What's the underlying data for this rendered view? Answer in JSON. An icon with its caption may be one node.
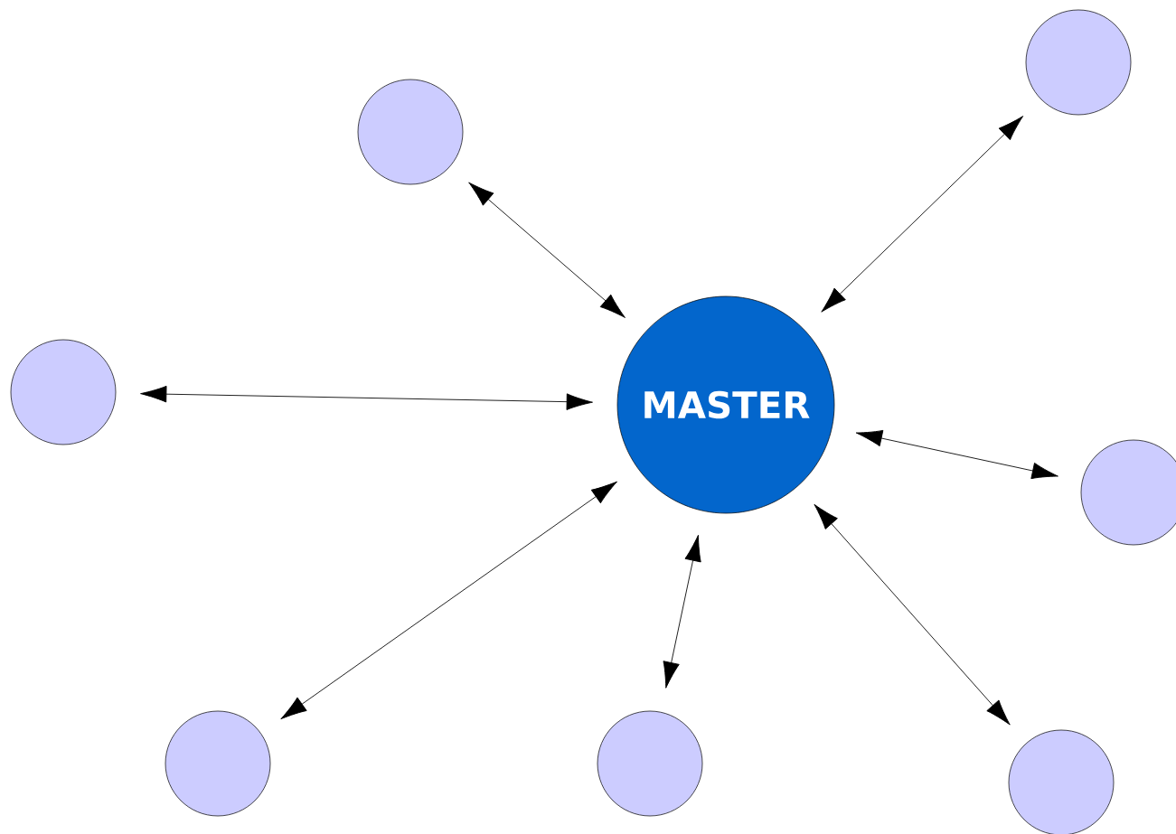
{
  "diagram": {
    "nodes": [
      {
        "text": [
          "MASTER"
        ]
      },
      {
        "text": [],
        "shape": "circle"
      },
      {
        "text": [],
        "shape": "circle"
      },
      {
        "text": [],
        "shape": "circle"
      },
      {
        "text": [],
        "shape": "circle"
      },
      {
        "text": [],
        "shape": "circle"
      },
      {
        "text": [],
        "shape": "circle"
      },
      {
        "text": [],
        "shape": "circle"
      }
    ],
    "edges": [
      {
        "from": 0,
        "to": 1,
        "arrow": "both"
      },
      {
        "from": 0,
        "to": 2,
        "arrow": "both"
      },
      {
        "from": 0,
        "to": 3,
        "arrow": "both"
      },
      {
        "from": 0,
        "to": 4,
        "arrow": "both"
      },
      {
        "from": 0,
        "to": 5,
        "arrow": "both"
      },
      {
        "from": 0,
        "to": 6,
        "arrow": "both"
      },
      {
        "from": 0,
        "to": 7,
        "arrow": "both"
      }
    ]
  }
}
